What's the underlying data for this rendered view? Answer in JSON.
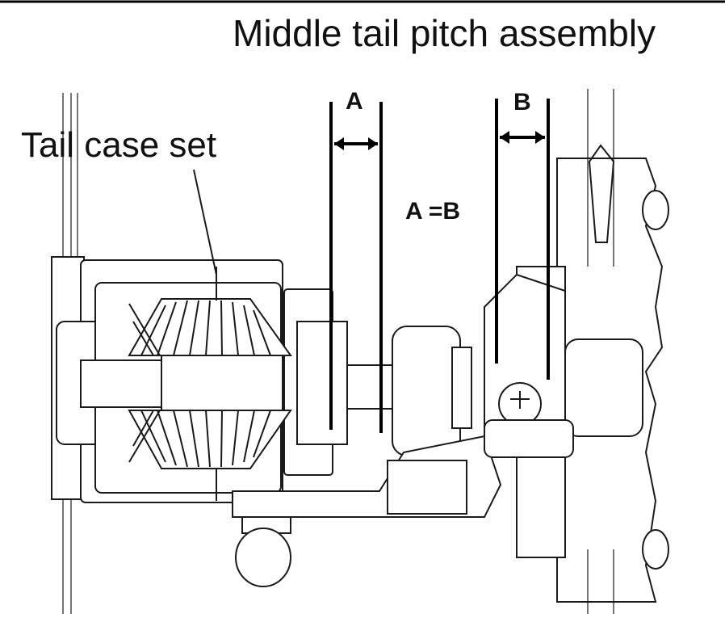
{
  "title": "Middle tail pitch assembly",
  "labels": {
    "tail_case_set": "Tail case set",
    "dim_a": "A",
    "dim_b": "B",
    "equation": "A =B"
  }
}
